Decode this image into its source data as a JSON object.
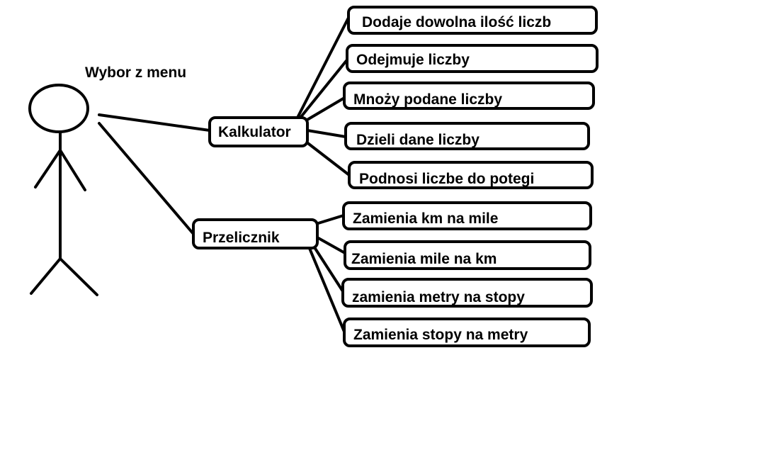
{
  "actor": {
    "label": "Wybor z menu"
  },
  "use_cases": [
    {
      "label": "Kalkulator",
      "functions": [
        "Dodaje dowolna ilość liczb",
        "Odejmuje liczby",
        "Mnoży podane liczby",
        "Dzieli dane liczby",
        "Podnosi liczbe do potegi"
      ]
    },
    {
      "label": "Przelicznik",
      "functions": [
        "Zamienia km na mile",
        "Zamienia mile na km",
        "zamienia metry na stopy",
        "Zamienia stopy na metry"
      ]
    }
  ],
  "colors": {
    "stroke": "#000000",
    "background": "#ffffff"
  }
}
